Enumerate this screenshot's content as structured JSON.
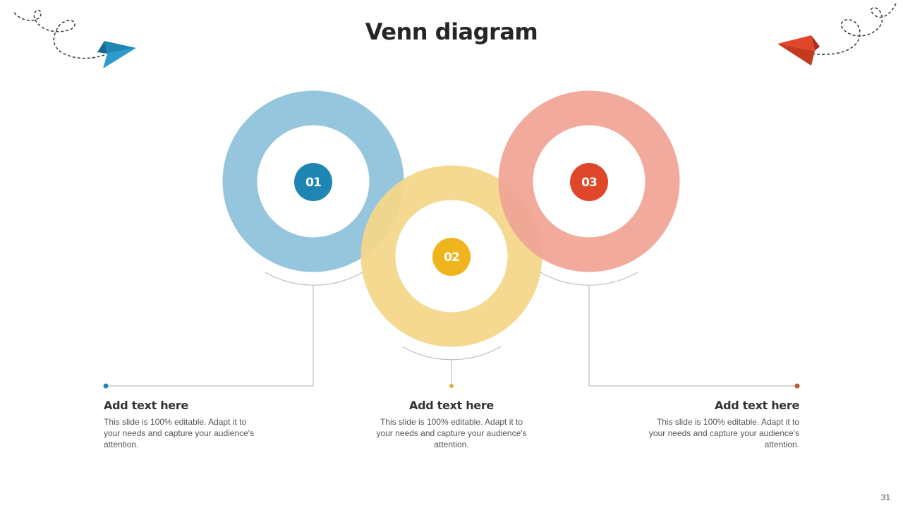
{
  "slide": {
    "title": "Venn diagram",
    "page_number": "31"
  },
  "circles": [
    {
      "label": "01",
      "color": "#8FC3DB",
      "badge_color": "#1F86B3"
    },
    {
      "label": "02",
      "color": "#F4D78A",
      "badge_color": "#F0B51E"
    },
    {
      "label": "03",
      "color": "#F0A597",
      "badge_color": "#E0462A"
    }
  ],
  "blocks": [
    {
      "heading": "Add text here",
      "body": "This slide is 100% editable. Adapt it to your needs and capture your audience's attention.",
      "dot_color": "#1F86B3"
    },
    {
      "heading": "Add text here",
      "body": "This slide is 100% editable. Adapt it to your needs and capture your audience's attention.",
      "dot_color": "#E5A93A"
    },
    {
      "heading": "Add text here",
      "body": "This slide is 100% editable. Adapt it to your needs and capture your audience's attention.",
      "dot_color": "#C4562E"
    }
  ],
  "icons": {
    "left_plane": "paper-plane-icon",
    "right_plane": "paper-plane-icon",
    "plane_left_color": "#1F86B3",
    "plane_right_color": "#E0462A"
  }
}
